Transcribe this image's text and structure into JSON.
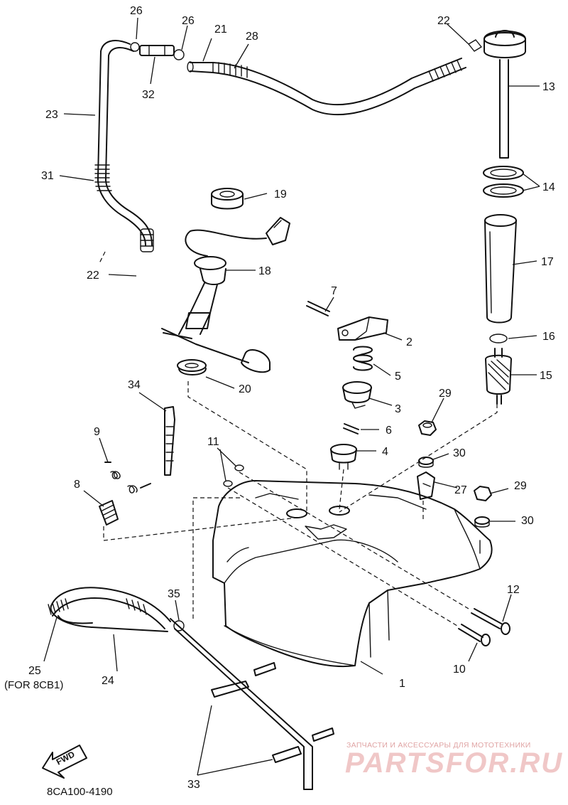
{
  "callouts": {
    "c1": "1",
    "c2": "2",
    "c3": "3",
    "c4": "4",
    "c5": "5",
    "c6": "6",
    "c7": "7",
    "c8": "8",
    "c9": "9",
    "c10": "10",
    "c11": "11",
    "c12": "12",
    "c13": "13",
    "c14": "14",
    "c15": "15",
    "c16": "16",
    "c17": "17",
    "c18": "18",
    "c19": "19",
    "c20": "20",
    "c21": "21",
    "c22a": "22",
    "c22b": "22",
    "c23": "23",
    "c24": "24",
    "c25": "25",
    "c26a": "26",
    "c26b": "26",
    "c27": "27",
    "c28": "28",
    "c29a": "29",
    "c29b": "29",
    "c30a": "30",
    "c30b": "30",
    "c31": "31",
    "c32": "32",
    "c33": "33",
    "c34": "34",
    "c35": "35"
  },
  "note_25": "(FOR 8CB1)",
  "fwd_label": "FWD",
  "diagram_code": "8CA100-4190",
  "watermark": {
    "tagline": "ЗАПЧАСТИ И АКСЕССУАРЫ ДЛЯ МОТОТЕХНИКИ",
    "brand": "PARTSFOR.RU"
  }
}
